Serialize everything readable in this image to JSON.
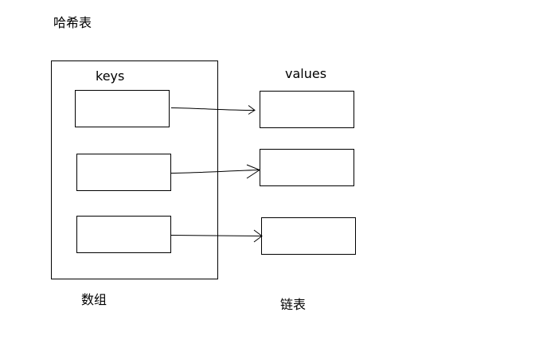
{
  "diagram": {
    "title": "哈希表",
    "keys_label": "keys",
    "values_label": "values",
    "array_label": "数组",
    "linked_list_label": "链表"
  },
  "colors": {
    "stroke": "#000000",
    "background": "#ffffff"
  },
  "edges": [
    {
      "from": "key-0",
      "to": "value-0"
    },
    {
      "from": "key-1",
      "to": "value-1"
    },
    {
      "from": "key-2",
      "to": "value-2"
    }
  ]
}
